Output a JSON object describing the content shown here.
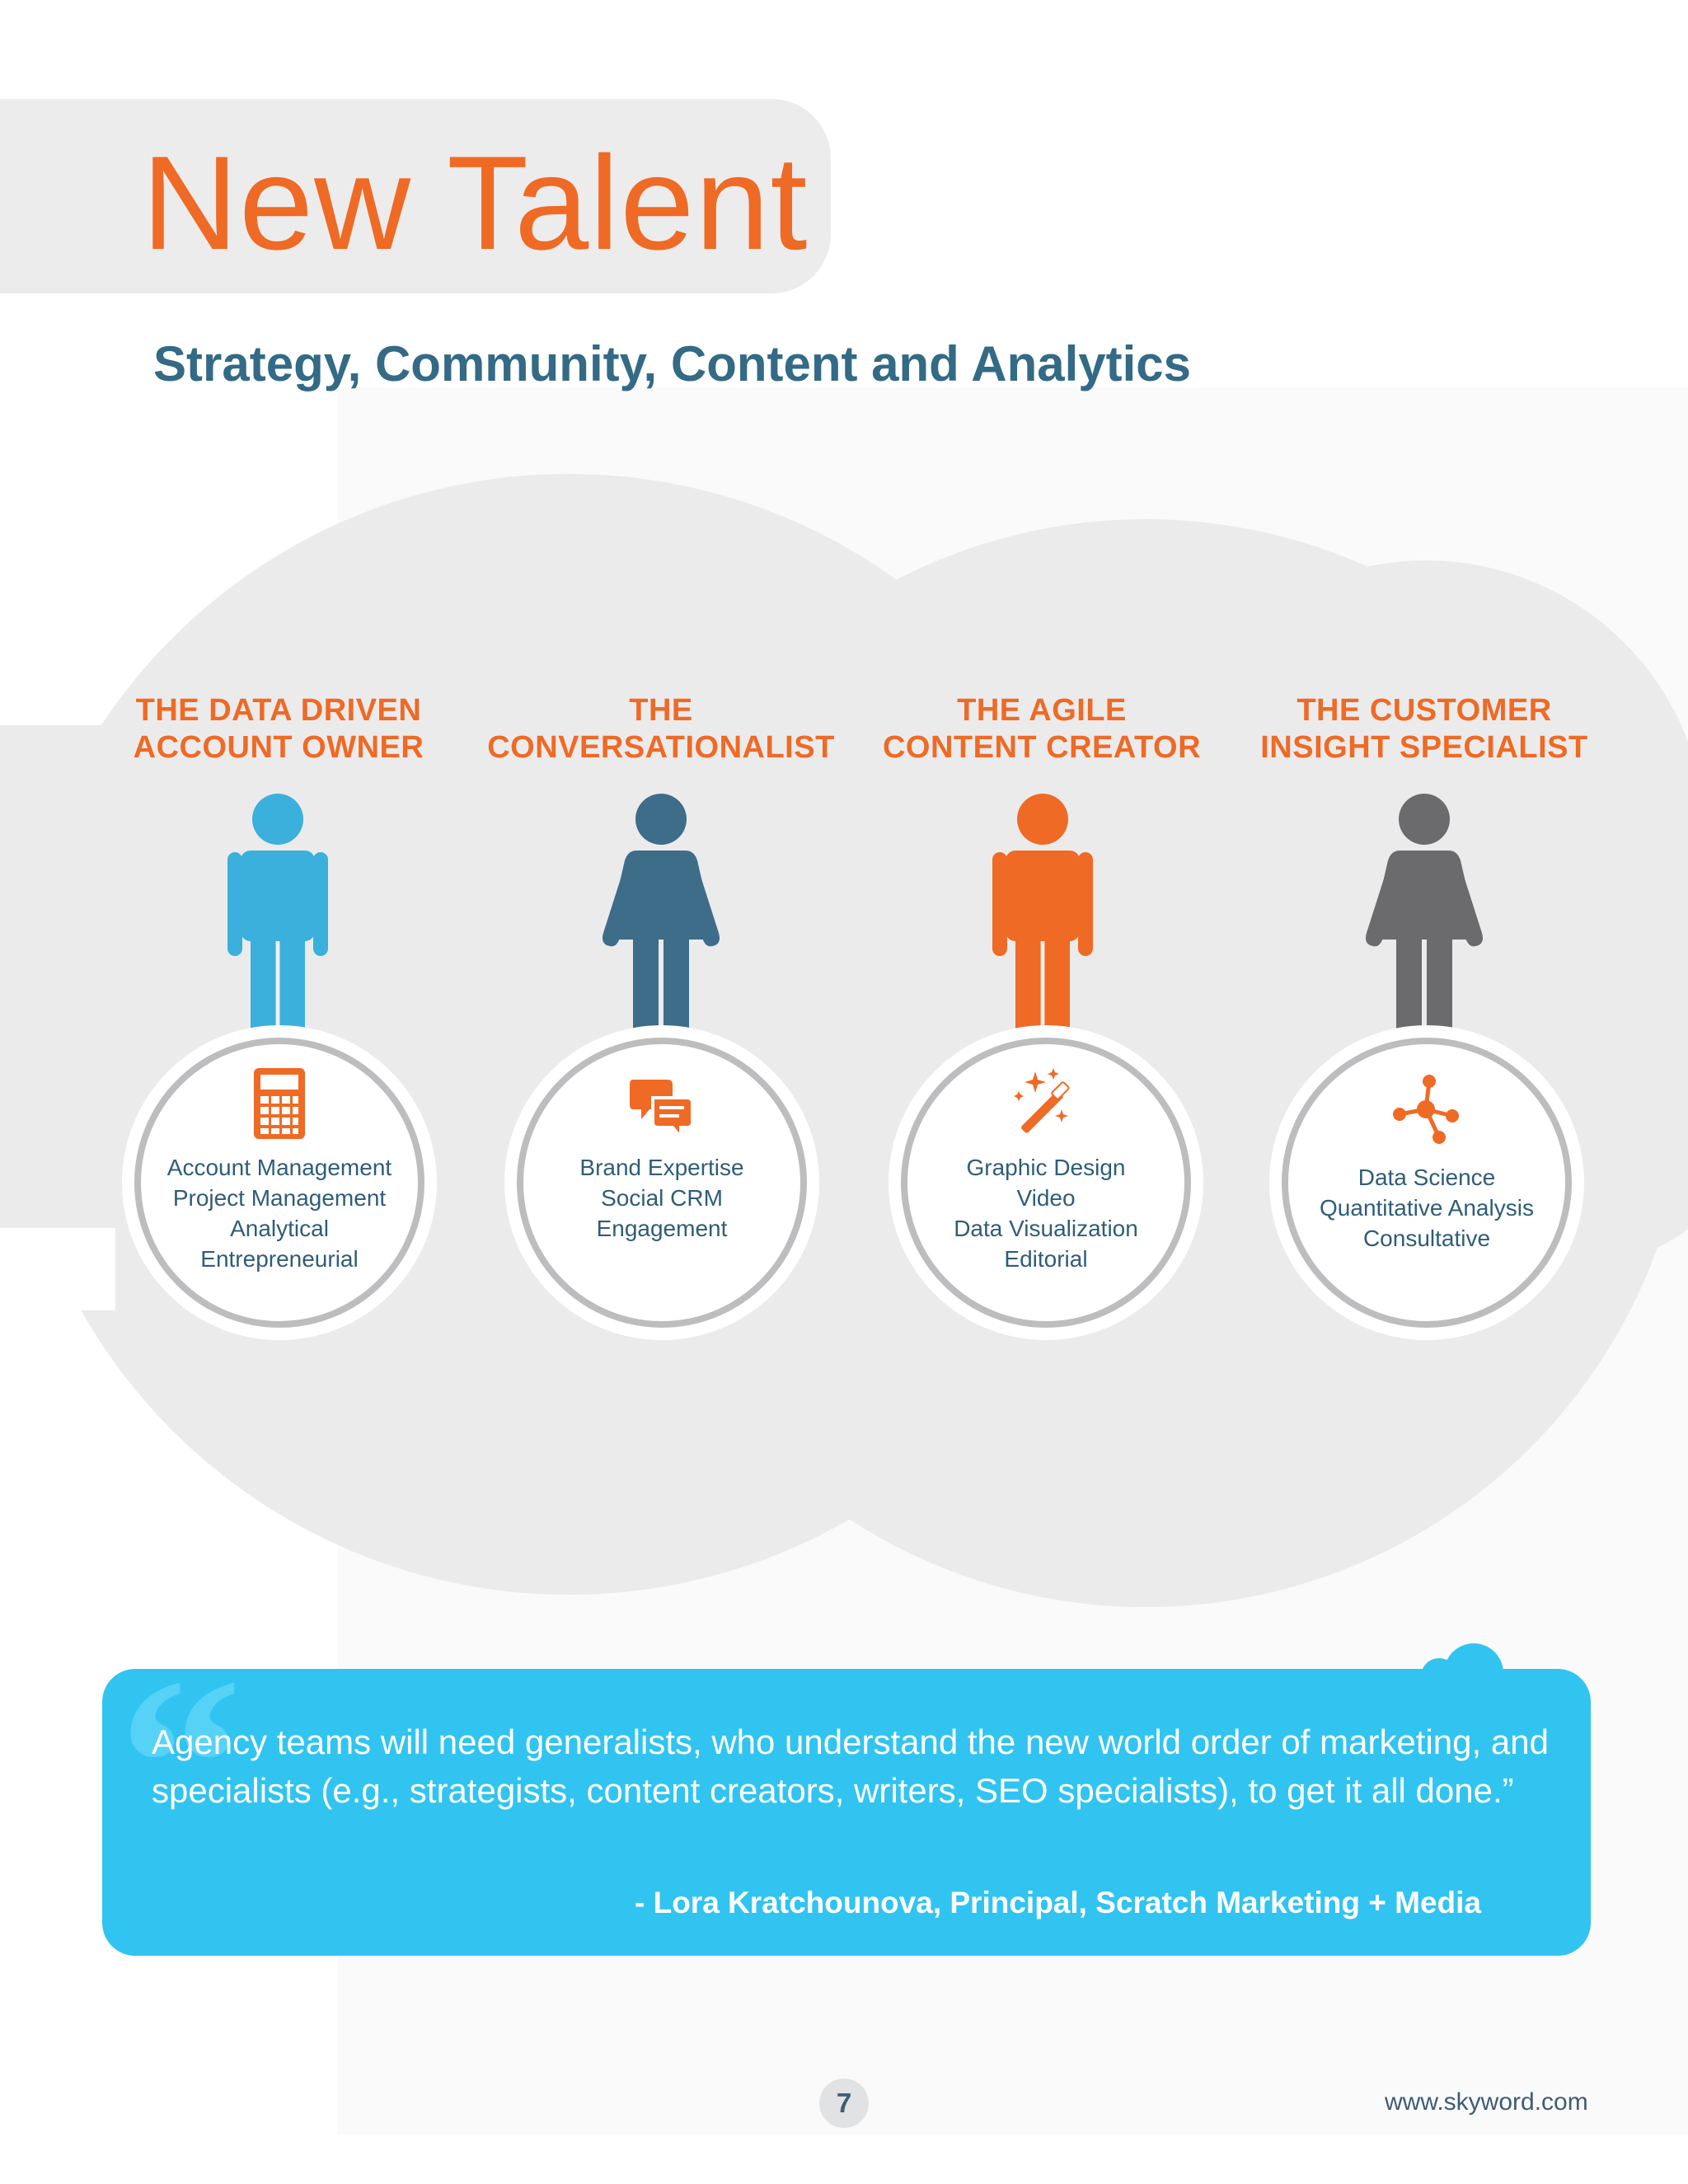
{
  "header": {
    "title": "New Talent",
    "subtitle": "Strategy, Community, Content and Analytics"
  },
  "personas": [
    {
      "title_line1": "THE DATA DRIVEN",
      "title_line2": "ACCOUNT OWNER",
      "figure": "male",
      "figure_color": "#3bb0dc",
      "icon": "calculator-icon",
      "skills": [
        "Account Management",
        "Project Management",
        "Analytical",
        "Entrepreneurial"
      ]
    },
    {
      "title_line1": "THE",
      "title_line2": "CONVERSATIONALIST",
      "figure": "female",
      "figure_color": "#3e6d89",
      "icon": "chat-bubbles-icon",
      "skills": [
        "Brand Expertise",
        "Social CRM",
        "Engagement"
      ]
    },
    {
      "title_line1": "THE AGILE",
      "title_line2": "CONTENT CREATOR",
      "figure": "male",
      "figure_color": "#ef6a25",
      "icon": "magic-wand-icon",
      "skills": [
        "Graphic Design",
        "Video",
        "Data Visualization",
        "Editorial"
      ]
    },
    {
      "title_line1": "THE CUSTOMER",
      "title_line2": "INSIGHT SPECIALIST",
      "figure": "female",
      "figure_color": "#6b6b6d",
      "icon": "network-nodes-icon",
      "skills": [
        "Data Science",
        "Quantitative Analysis",
        "Consultative"
      ]
    }
  ],
  "quote": {
    "text": "Agency teams will need generalists, who understand the new world order of marketing, and specialists (e.g., strategists, content creators, writers, SEO specialists), to get it all done.”",
    "author": "- Lora Kratchounova, Principal, Scratch Marketing + Media"
  },
  "footer": {
    "page_number": "7",
    "website": "www.skyword.com"
  },
  "colors": {
    "accent_orange": "#ef6a25",
    "navy_text": "#336a86",
    "quote_blue": "#31c4f0",
    "cloud_gray": "#ebebec"
  }
}
